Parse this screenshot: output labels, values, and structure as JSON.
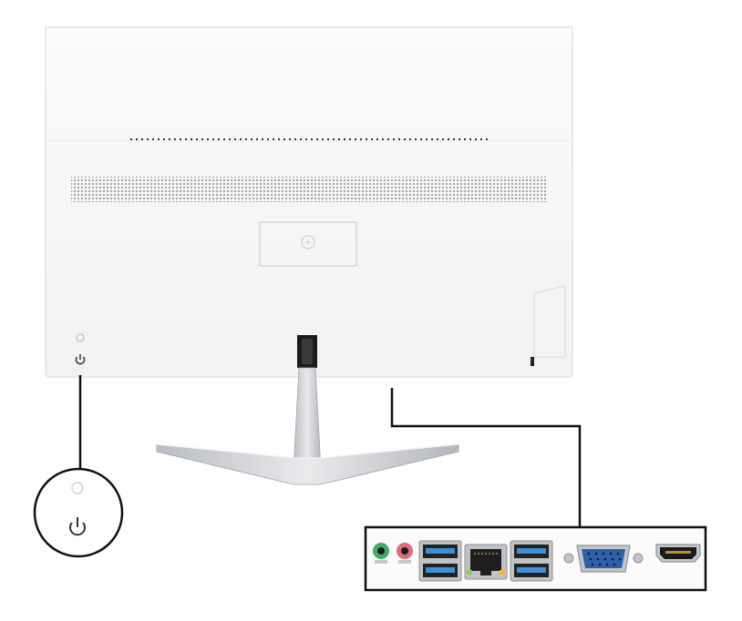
{
  "scene": {
    "subject": "all-in-one-pc-rear-view",
    "colors": {
      "body": "#f7f7f7",
      "body_edge": "#e2e2e2",
      "stand": "#c9ccd0",
      "callout_line": "#111111",
      "usb_blue": "#3d8fd6",
      "audio_green": "#3fae6b",
      "audio_pink": "#e06a7a",
      "vga_blue": "#2f5fa8",
      "hdmi_dark": "#1a1a1a"
    }
  },
  "power_callout": {
    "icons": [
      "led-indicator-icon",
      "power-icon"
    ]
  },
  "ports": [
    {
      "name": "audio-out-port",
      "icon": "audio-jack-green"
    },
    {
      "name": "mic-in-port",
      "icon": "audio-jack-pink"
    },
    {
      "name": "usb-3-ports-left",
      "icon": "usb-stack"
    },
    {
      "name": "ethernet-port",
      "icon": "rj45"
    },
    {
      "name": "usb-3-ports-right",
      "icon": "usb-stack"
    },
    {
      "name": "vga-port",
      "icon": "vga"
    },
    {
      "name": "hdmi-port",
      "icon": "hdmi"
    }
  ]
}
